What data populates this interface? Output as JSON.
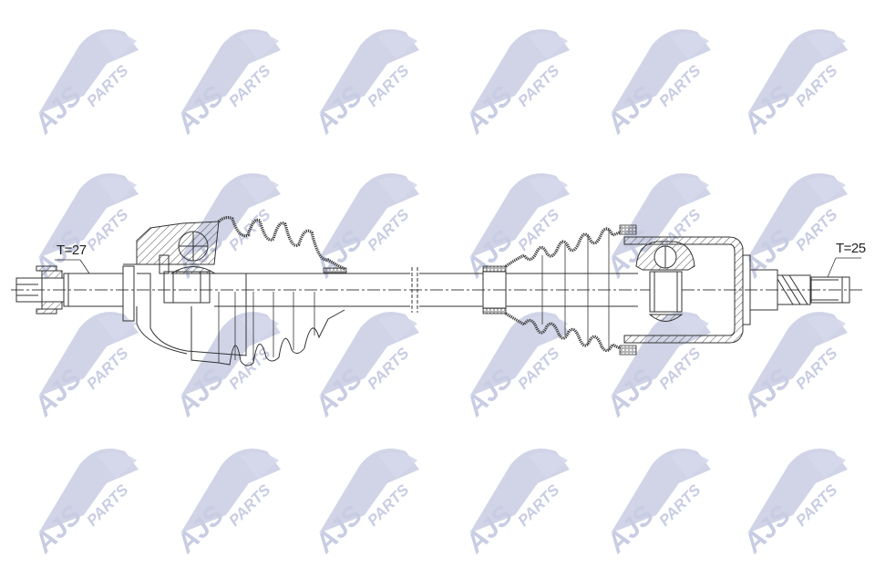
{
  "drawing": {
    "subject": "CV drive shaft technical drawing",
    "left_spline_label": "T=27",
    "right_spline_label": "T=25",
    "line_color": "#333333",
    "hatch_color": "#555555",
    "background": "#ffffff"
  },
  "watermark": {
    "brand_primary": "AJS",
    "brand_secondary": "PARTS",
    "color": "#c9cde3",
    "rows": 4,
    "cols": 6
  }
}
